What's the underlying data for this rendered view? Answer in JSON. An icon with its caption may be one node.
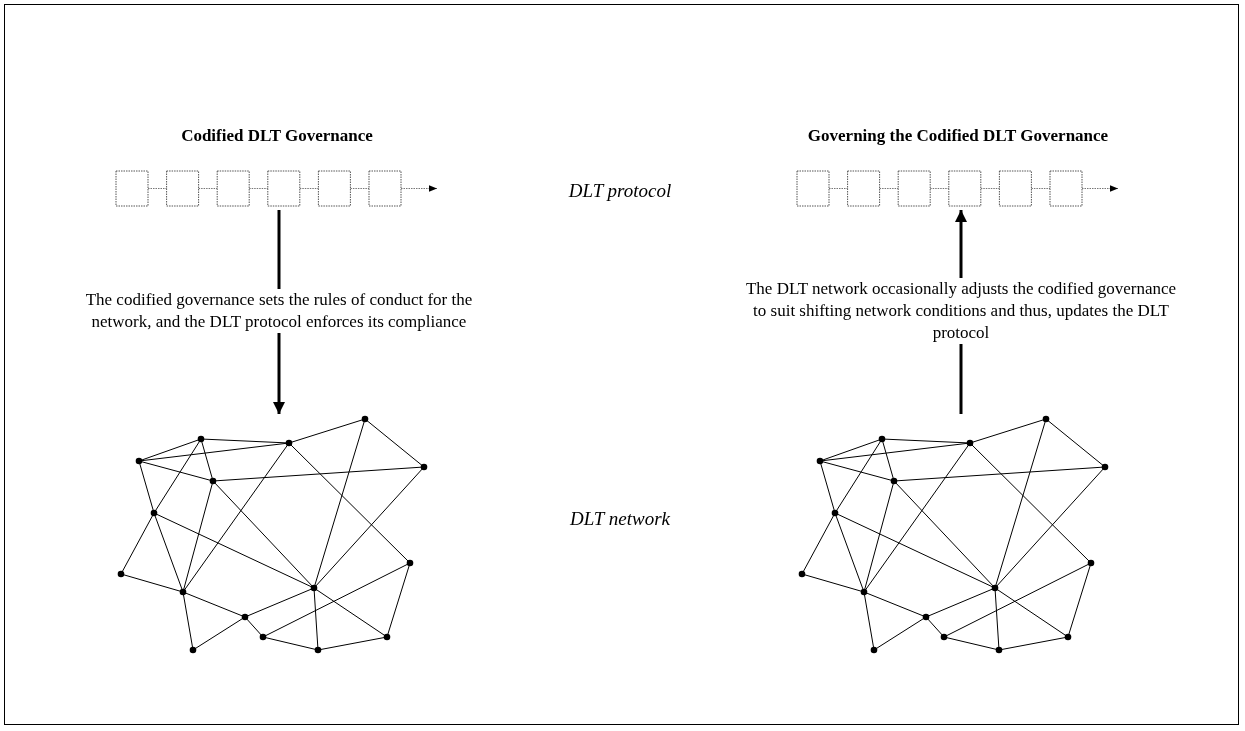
{
  "diagram": {
    "nodes": [
      {
        "text": [],
        "shape": "picture"
      },
      {
        "text": [],
        "shape": "picture"
      },
      {
        "text": [],
        "shape": "picture"
      },
      {
        "text": [],
        "shape": "picture"
      }
    ],
    "edges": [
      {
        "from": 0,
        "to": 2,
        "arrow": "to",
        "label": "The codified governance sets the rules of conduct for the network, and the DLT protocol enforces its compliance"
      },
      {
        "from": 3,
        "to": 1,
        "arrow": "to",
        "label": "The DLT network occasionally adjusts the codified governance to suit shifting network conditions and thus, updates the DLT protocol"
      }
    ],
    "labels": [
      "Codified DLT Governance",
      "Governing the Codified DLT Governance",
      "DLT protocol",
      "DLT network"
    ]
  }
}
